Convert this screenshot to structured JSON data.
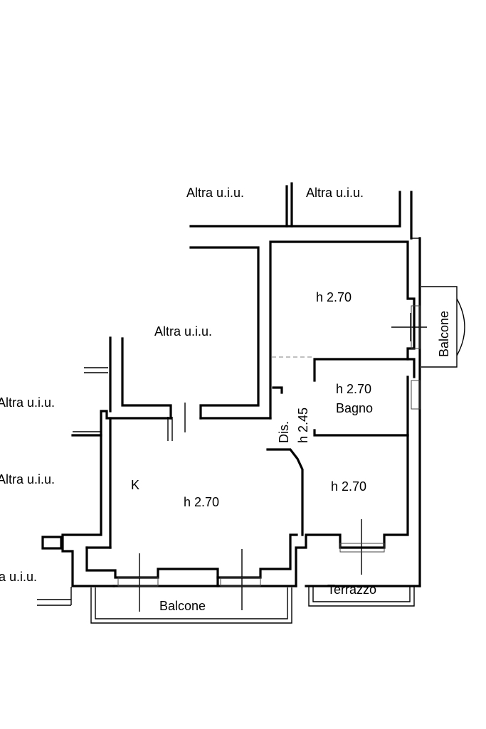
{
  "labels": {
    "other_unit_top_left": "Altra u.i.u.",
    "other_unit_top_right": "Altra u.i.u.",
    "other_unit_center": "Altra u.i.u.",
    "other_unit_left_1": "Altra u.i.u.",
    "other_unit_left_2": "Altra u.i.u.",
    "other_unit_left_3": "a u.i.u.",
    "room_top_right_height": "h 2.70",
    "bath_height": "h 2.70",
    "bath_name": "Bagno",
    "hall_name": "Dis.",
    "hall_height": "h 2.45",
    "kitchen_mark": "K",
    "living_height": "h 2.70",
    "room_bottom_right_height": "h 2.70",
    "balcony_bottom": "Balcone",
    "terrace": "Terrazzo",
    "balcony_right": "Balcone"
  }
}
